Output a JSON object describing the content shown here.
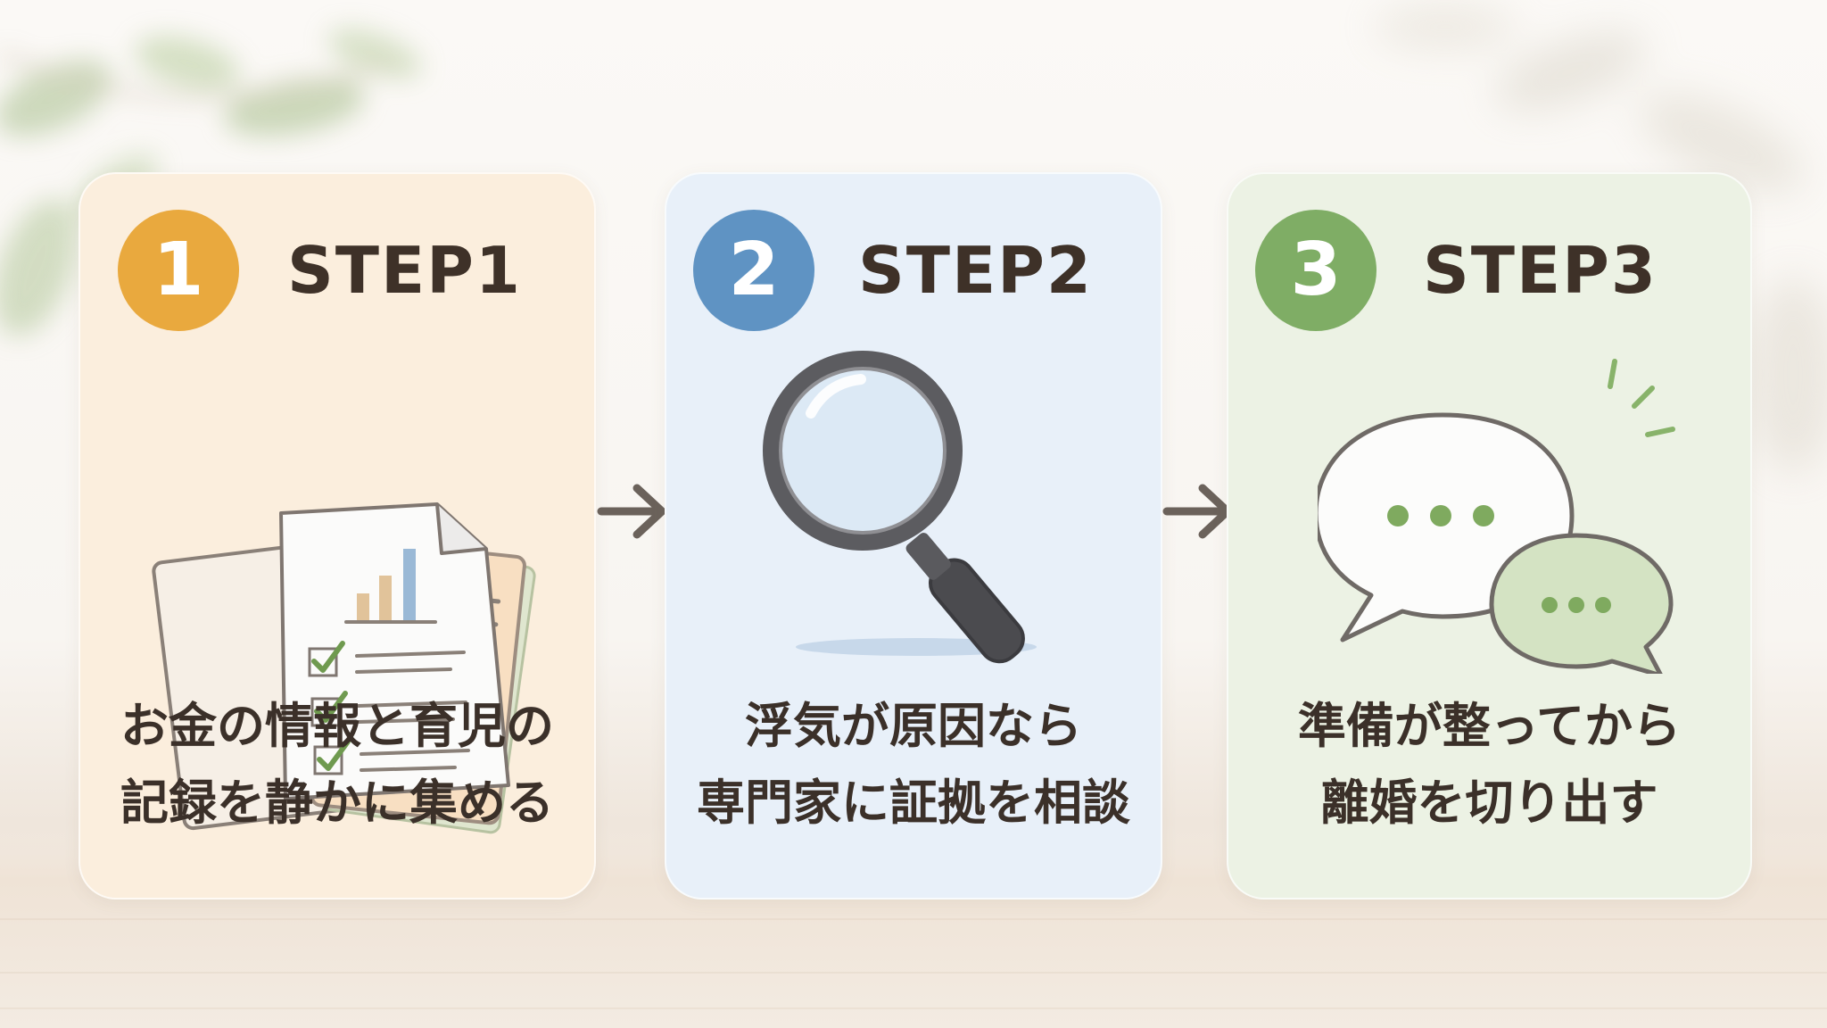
{
  "colors": {
    "step1_accent": "#e9a93e",
    "step2_accent": "#5f93c3",
    "step3_accent": "#7fad65",
    "text_dark": "#3e3128",
    "card1_bg": "#fbeedd",
    "card2_bg": "#e8f0f9",
    "card3_bg": "#ecf2e4"
  },
  "steps": [
    {
      "number": "1",
      "label": "STEP1",
      "icon": "documents-checklist-icon",
      "lines": [
        "お金の情報と育児の",
        "記録を静かに集める"
      ]
    },
    {
      "number": "2",
      "label": "STEP2",
      "icon": "magnifying-glass-icon",
      "lines": [
        "浮気が原因なら",
        "専門家に証拠を相談"
      ]
    },
    {
      "number": "3",
      "label": "STEP3",
      "icon": "speech-bubbles-icon",
      "lines": [
        "準備が整ってから",
        "離婚を切り出す"
      ]
    }
  ],
  "connector_icon": "arrow-right-icon"
}
